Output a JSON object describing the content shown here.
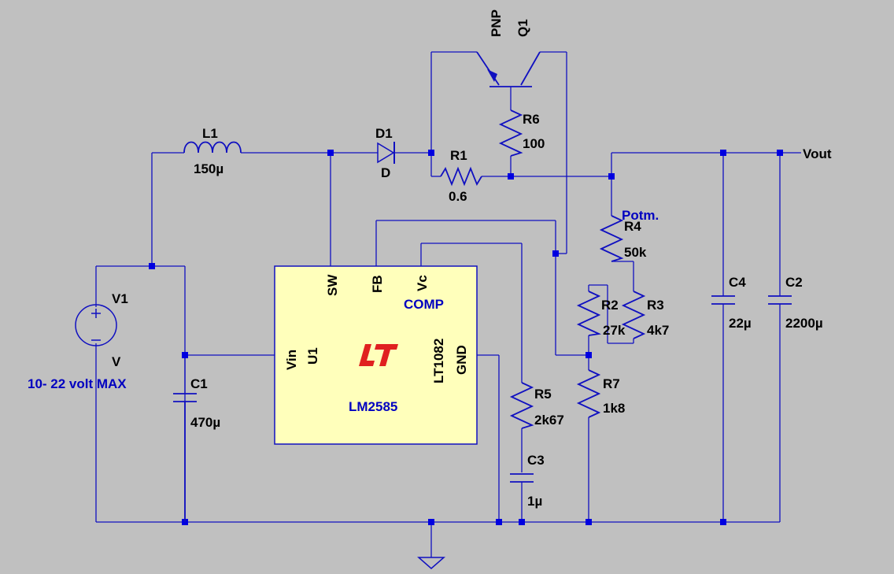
{
  "colors": {
    "background": "#c0c0c0",
    "wire": "#1010c0",
    "ic_fill": "#ffffbb",
    "annotation": "#0000c0",
    "logo": "#e02020"
  },
  "components": {
    "l1": {
      "name": "L1",
      "value": "150µ"
    },
    "d1": {
      "name": "D1",
      "value": "D"
    },
    "q1": {
      "name": "Q1",
      "value": "PNP"
    },
    "r1": {
      "name": "R1",
      "value": "0.6"
    },
    "r2": {
      "name": "R2",
      "value": "27k"
    },
    "r3": {
      "name": "R3",
      "value": "4k7"
    },
    "r4": {
      "name": "R4",
      "value": "50k",
      "note": "Potm."
    },
    "r5": {
      "name": "R5",
      "value": "2k67"
    },
    "r6": {
      "name": "R6",
      "value": "100"
    },
    "r7": {
      "name": "R7",
      "value": "1k8"
    },
    "c1": {
      "name": "C1",
      "value": "470µ"
    },
    "c2": {
      "name": "C2",
      "value": "2200µ"
    },
    "c3": {
      "name": "C3",
      "value": "1µ"
    },
    "c4": {
      "name": "C4",
      "value": "22µ"
    },
    "v1": {
      "name": "V1",
      "value": "V",
      "note": "10- 22 volt MAX"
    }
  },
  "ic": {
    "name": "U1",
    "part": "LT1082",
    "model": "LM2585",
    "comp_label": "COMP",
    "pins": {
      "sw": "SW",
      "fb": "FB",
      "vc": "Vc",
      "vin": "Vin",
      "gnd": "GND"
    }
  },
  "net_labels": {
    "vout": "Vout"
  },
  "icons": [
    "transistor-pnp-icon",
    "diode-icon",
    "inductor-icon",
    "resistor-icon",
    "capacitor-icon",
    "voltage-source-icon",
    "ground-icon",
    "lt-logo-icon"
  ]
}
